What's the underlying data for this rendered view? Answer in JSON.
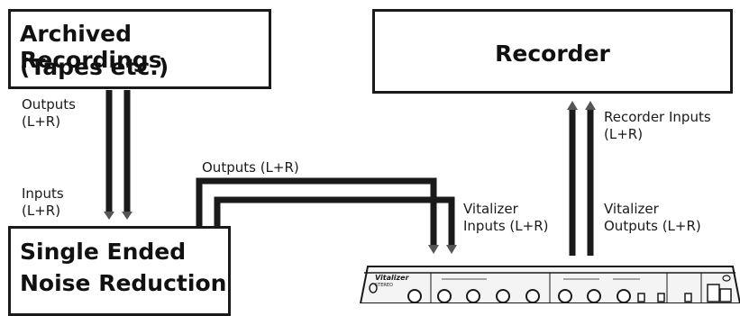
{
  "boxes": {
    "archived_line1": "Archived Recordings",
    "archived_line2": "(Tapes etc.)",
    "recorder": "Recorder",
    "noise_line1": "Single Ended",
    "noise_line2": "Noise Reduction"
  },
  "labels": {
    "archive_outputs_1": "Outputs",
    "archive_outputs_2": "(L+R)",
    "nr_inputs_1": "Inputs",
    "nr_inputs_2": "(L+R)",
    "nr_outputs": "Outputs (L+R)",
    "vit_inputs_1": "Vitalizer",
    "vit_inputs_2": "Inputs (L+R)",
    "rec_inputs_1": "Recorder Inputs",
    "rec_inputs_2": "(L+R)",
    "vit_outputs_1": "Vitalizer",
    "vit_outputs_2": "Outputs (L+R)"
  },
  "device": {
    "brand_line1": "Vitalizer",
    "brand_line2": "STEREO"
  },
  "colors": {
    "line": "#1a1a1a",
    "arrow": "#555555",
    "panel": "#f4f4f4"
  }
}
